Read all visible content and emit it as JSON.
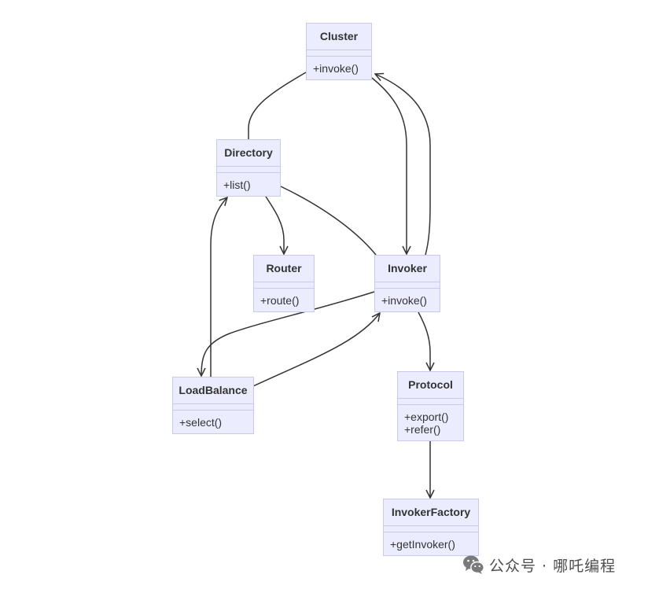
{
  "classes": {
    "cluster": {
      "name": "Cluster",
      "methods": [
        "+invoke()"
      ]
    },
    "directory": {
      "name": "Directory",
      "methods": [
        "+list()"
      ]
    },
    "router": {
      "name": "Router",
      "methods": [
        "+route()"
      ]
    },
    "invoker": {
      "name": "Invoker",
      "methods": [
        "+invoke()"
      ]
    },
    "loadbalance": {
      "name": "LoadBalance",
      "methods": [
        "+select()"
      ]
    },
    "protocol": {
      "name": "Protocol",
      "methods": [
        "+export()",
        "+refer()"
      ]
    },
    "invoker_factory": {
      "name": "InvokerFactory",
      "methods": [
        "+getInvoker()"
      ]
    }
  },
  "relations": [
    {
      "from": "Cluster",
      "to": "Directory",
      "arrow": false
    },
    {
      "from": "Cluster",
      "to": "Invoker",
      "arrow": true
    },
    {
      "from": "Invoker",
      "to": "Cluster",
      "arrow": true
    },
    {
      "from": "Directory",
      "to": "Invoker",
      "arrow": false
    },
    {
      "from": "Directory",
      "to": "Router",
      "arrow": true
    },
    {
      "from": "LoadBalance",
      "to": "Directory",
      "arrow": true
    },
    {
      "from": "Invoker",
      "to": "LoadBalance",
      "arrow": true
    },
    {
      "from": "LoadBalance",
      "to": "Invoker",
      "arrow": true
    },
    {
      "from": "Invoker",
      "to": "Protocol",
      "arrow": true
    },
    {
      "from": "Protocol",
      "to": "InvokerFactory",
      "arrow": true
    }
  ],
  "colors": {
    "class_fill": "#ECECFF",
    "class_border": "#C9C9F0",
    "edge": "#333333",
    "text": "#333333",
    "watermark": "#4d4d4d"
  },
  "watermark": {
    "icon": "wechat-icon",
    "text": "公众号 · 哪吒编程"
  }
}
